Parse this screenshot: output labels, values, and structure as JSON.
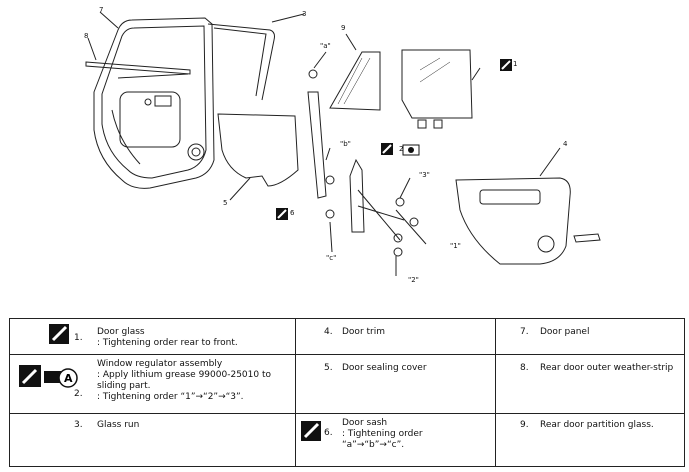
{
  "callouts": {
    "n1": "1",
    "n2": "2",
    "n3": "3",
    "n4": "4",
    "n5": "5",
    "n6": "6",
    "n7": "7",
    "n8": "8",
    "n9": "9",
    "a": "\"a\"",
    "b": "\"b\"",
    "c": "\"c\"",
    "o1": "\"1\"",
    "o2": "\"2\"",
    "o3": "\"3\""
  },
  "legend": [
    {
      "num": "1.",
      "name": "Door glass",
      "notes": [
        ": Tightening order rear to front."
      ],
      "icon": "torque-wrench-icon"
    },
    {
      "num": "2.",
      "name": "Window regulator assembly",
      "notes": [
        ": Apply lithium grease 99000-25010 to sliding part.",
        ": Tightening order “1”→“2”→“3”."
      ],
      "icon": "wrench-and-grease-icon"
    },
    {
      "num": "3.",
      "name": "Glass run",
      "notes": []
    },
    {
      "num": "4.",
      "name": "Door trim",
      "notes": []
    },
    {
      "num": "5.",
      "name": "Door sealing cover",
      "notes": []
    },
    {
      "num": "6.",
      "name": "Door sash",
      "notes": [
        ": Tightening order",
        "“a”→“b”→“c”."
      ],
      "icon": "torque-wrench-icon"
    },
    {
      "num": "7.",
      "name": "Door panel",
      "notes": []
    },
    {
      "num": "8.",
      "name": "Rear door outer weather-strip",
      "notes": []
    },
    {
      "num": "9.",
      "name": "Rear door partition glass.",
      "notes": []
    }
  ],
  "grease_letter": "A"
}
